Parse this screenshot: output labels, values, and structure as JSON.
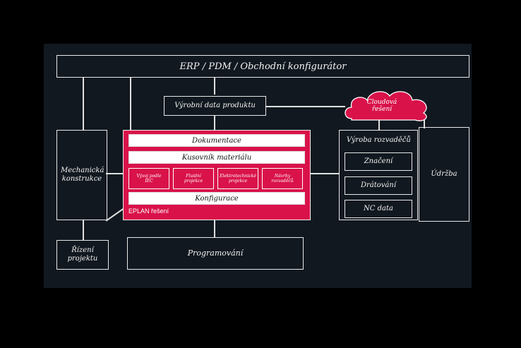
{
  "diagram": {
    "erp": "ERP / PDM / Obchodní konfigurátor",
    "vyrobni_data": "Výrobní data produktu",
    "cloud": "Cloudová řešení",
    "dokumentace": "Dokumentace",
    "kusovnik": "Kusovník materiálu",
    "modules": [
      "Vývoj podle IEC",
      "Fluidní projekce",
      "Elektrotechnické projekce",
      "Návrhy rozvaděčů"
    ],
    "konfigurace": "Konfigurace",
    "eplan": "EPLAN řešení",
    "mechanicka": "Mechanická konstrukce",
    "rizeni": "Řízení projektu",
    "programovani": "Programování",
    "vyroba": "Výroba rozvaděčů",
    "vyroba_items": [
      "Značení",
      "Drátování",
      "NC data"
    ],
    "udrzba": "Údržba",
    "colors": {
      "accent": "#d9124a",
      "background": "#111820"
    }
  }
}
